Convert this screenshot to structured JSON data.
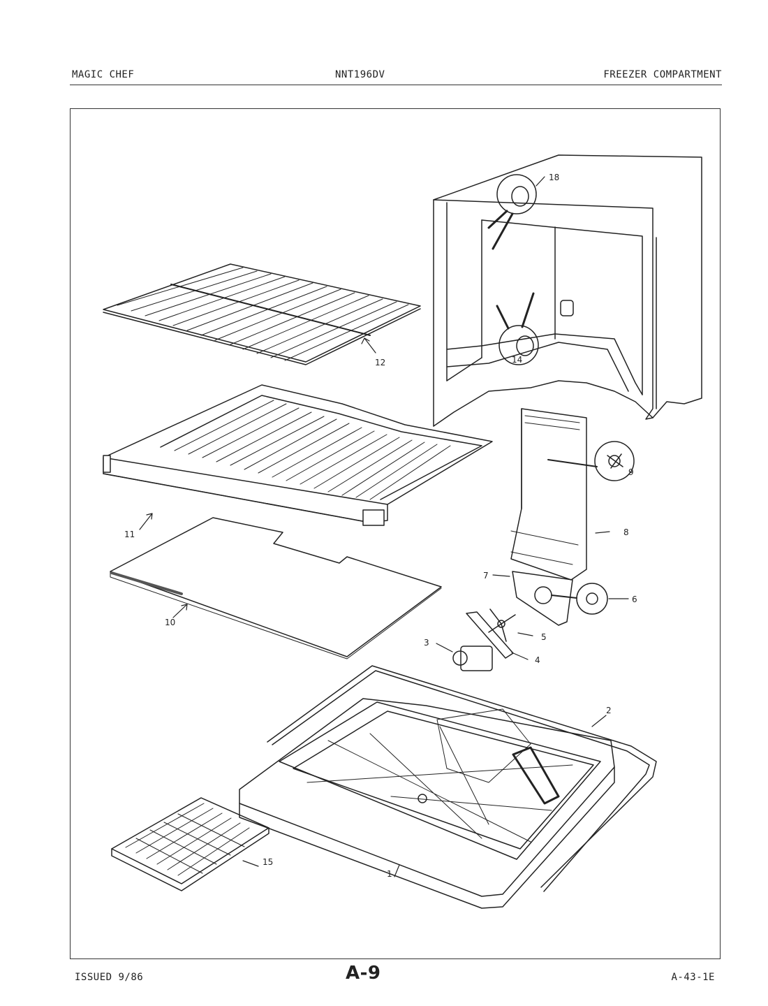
{
  "header": {
    "brand": "MAGIC CHEF",
    "model": "NNT196DV",
    "section": "FREEZER COMPARTMENT"
  },
  "footer": {
    "issued": "ISSUED 9/86",
    "page_code": "A-9",
    "doc_ref": "A-43-1E"
  },
  "callouts": [
    "1",
    "2",
    "3",
    "4",
    "5",
    "6",
    "7",
    "8",
    "9",
    "10",
    "11",
    "12",
    "14",
    "15",
    "18"
  ]
}
